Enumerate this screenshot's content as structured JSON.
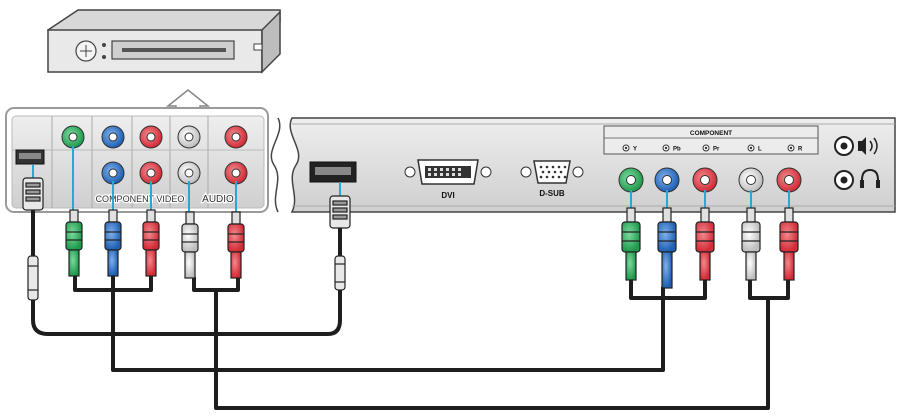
{
  "source_panel": {
    "component_label": "COMPONENT VIDEO",
    "audio_label": "AUDIO"
  },
  "tv_panel": {
    "dvi_label": "DVI",
    "dsub_label": "D-SUB",
    "component_label": "COMPONENT",
    "jack_labels": [
      "Y",
      "Pb",
      "Pr",
      "L",
      "R"
    ]
  },
  "colors": {
    "green": "#1f9a4c",
    "blue": "#1e5fb4",
    "red": "#d32a35",
    "white": "#f4f4f4",
    "cable": "#1e1e1e",
    "panel": "#dcdcdc",
    "accent": "#29a8d6"
  }
}
